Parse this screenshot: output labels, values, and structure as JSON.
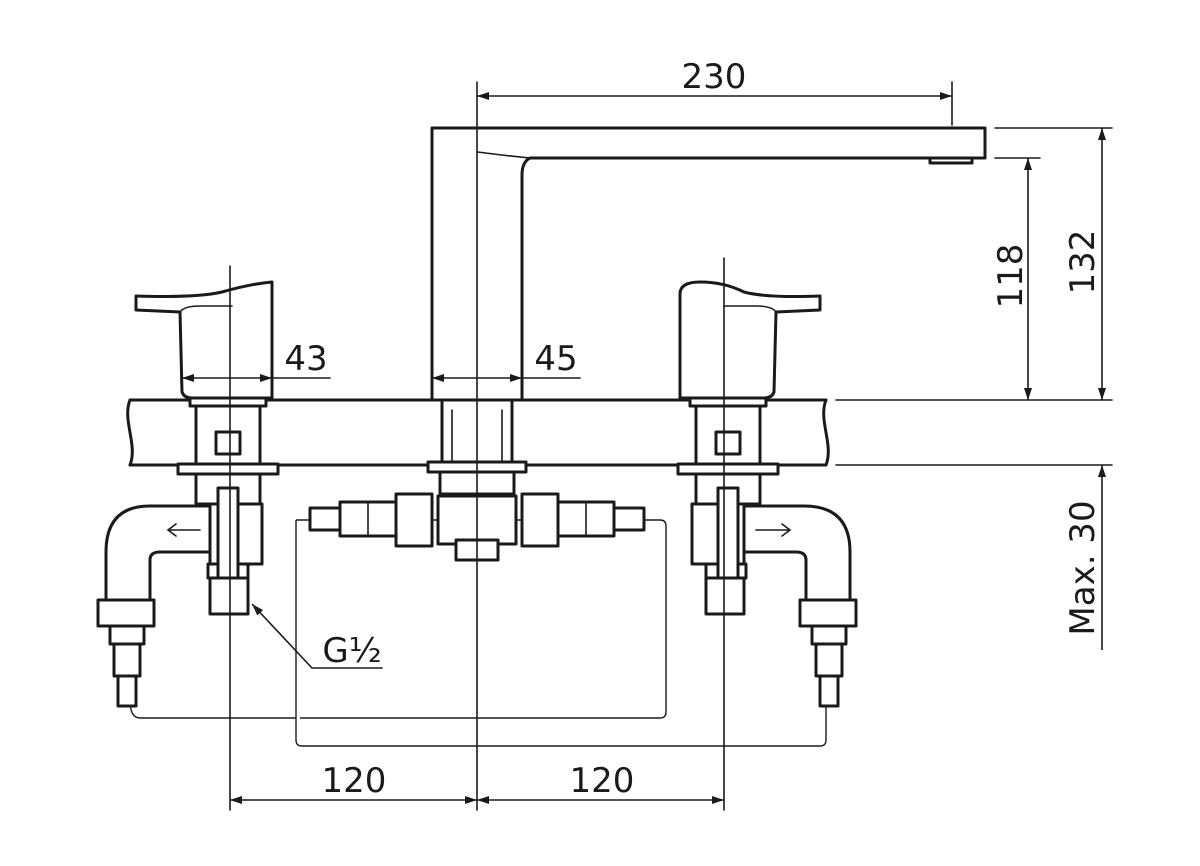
{
  "dimensions": {
    "spout_reach": "230",
    "spout_height": "118",
    "total_height": "132",
    "handle_width": "43",
    "spout_width": "45",
    "thread": "G½",
    "max_deck": "Max. 30",
    "left_spacing": "120",
    "right_spacing": "120"
  }
}
